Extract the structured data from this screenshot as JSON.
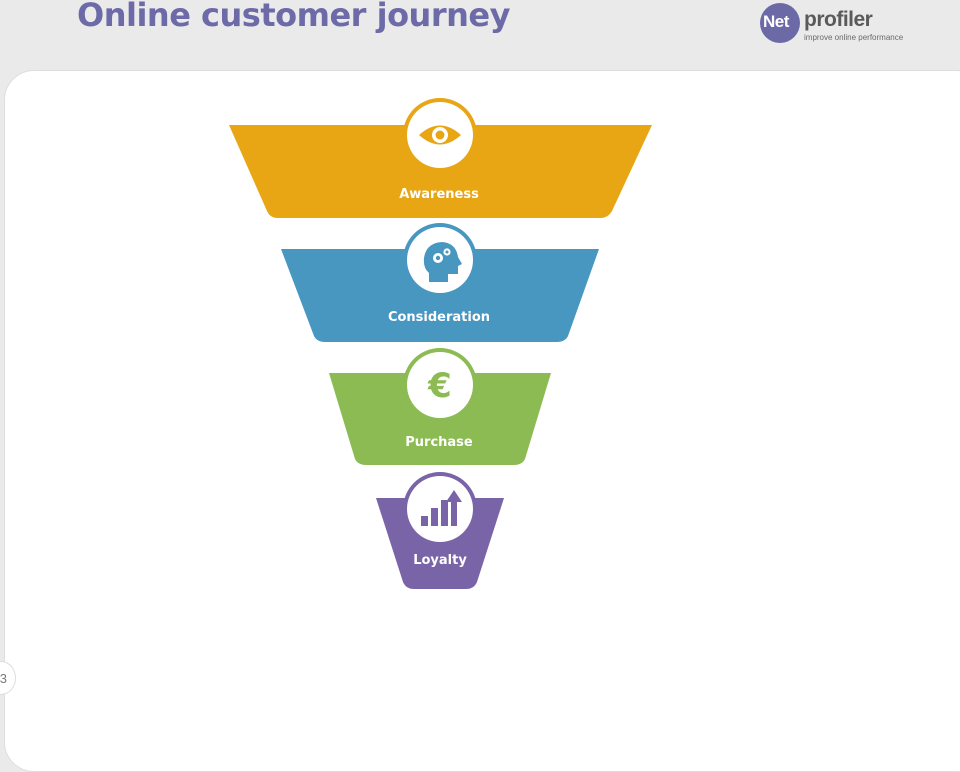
{
  "slide": {
    "title": "Online customer journey",
    "page_number": "3"
  },
  "logo": {
    "net": "Net",
    "profiler": "profiler",
    "tagline": "improve online performance"
  },
  "funnel": {
    "stages": [
      {
        "label": "Awareness",
        "icon": "eye-icon",
        "color": "#e8a615"
      },
      {
        "label": "Consideration",
        "icon": "head-gears-icon",
        "color": "#4797c1"
      },
      {
        "label": "Purchase",
        "icon": "euro-icon",
        "color": "#8bbb52"
      },
      {
        "label": "Loyalty",
        "icon": "growth-chart-icon",
        "color": "#7a64a8"
      }
    ]
  }
}
